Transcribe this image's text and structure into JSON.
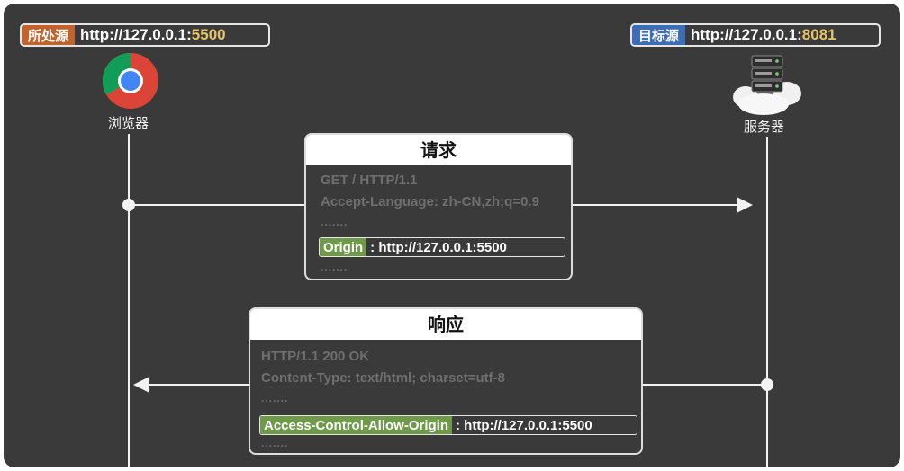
{
  "source": {
    "label": "所处源",
    "url_prefix": "http://127.0.0.1:",
    "port": "5500",
    "caption": "浏览器"
  },
  "target": {
    "label": "目标源",
    "url_prefix": "http://127.0.0.1:",
    "port": "8081",
    "caption": "服务器"
  },
  "request": {
    "title": "请求",
    "lines": [
      "GET / HTTP/1.1",
      "Accept-Language: zh-CN,zh;q=0.9"
    ],
    "dots_before": ".......",
    "highlight_key": "Origin",
    "highlight_value": " : http://127.0.0.1:5500",
    "dots_after": "......."
  },
  "response": {
    "title": "响应",
    "lines": [
      "HTTP/1.1 200 OK",
      "Content-Type: text/html; charset=utf-8"
    ],
    "dots_before": ".......",
    "highlight_key": "Access-Control-Allow-Origin",
    "highlight_value": " : http://127.0.0.1:5500",
    "dots_after": "......."
  },
  "icons": {
    "browser": "chrome-icon",
    "server": "server-cloud-icon"
  },
  "colors": {
    "background": "#3a3a3a",
    "source_tag": "#c0632e",
    "target_tag": "#3d6db8",
    "header_highlight": "#6f9a4a",
    "port": "#e8c468"
  }
}
